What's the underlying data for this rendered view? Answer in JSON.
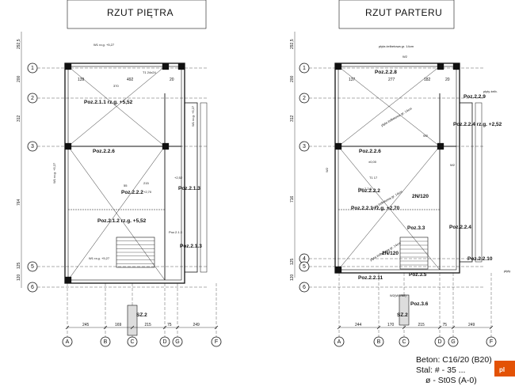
{
  "plans": {
    "left": {
      "title": "RZUT PIĘTRA",
      "rows": [
        "1",
        "2",
        "3",
        "5",
        "6"
      ],
      "cols": [
        "A",
        "B",
        "C",
        "D",
        "G",
        "F"
      ],
      "bottom_dims": [
        "245",
        "169",
        "215",
        "75",
        "249"
      ],
      "left_dims": [
        "292,5",
        "200",
        "312",
        "764",
        "125",
        "120"
      ],
      "top_dims": [
        "139",
        "492",
        "20"
      ],
      "positions": [
        {
          "label": "Poz.2.1.1  rz.g. +5,52"
        },
        {
          "label": "Poz.2.2.6"
        },
        {
          "label": "Poz.2.1.2  rz.g. +5,52"
        },
        {
          "label": "Poz.2.1.3"
        },
        {
          "label": "Poz.2.2.2"
        },
        {
          "label": "Poz.2.1.3"
        },
        {
          "label": "SZ.2"
        }
      ],
      "notes": [
        {
          "text": "W1  rz.g. +5,27"
        },
        {
          "text": "W1  rz.g. +5,27"
        },
        {
          "text": "W1  rz.g. +5,27"
        },
        {
          "text": "W1  rz.g. +5,27"
        },
        {
          "text": "T1 24x24"
        },
        {
          "text": "+2,70"
        },
        {
          "text": "+2,52"
        },
        {
          "text": "Poz.2.1.3"
        },
        {
          "text": "55"
        },
        {
          "text": "215"
        },
        {
          "text": "370"
        }
      ]
    },
    "right": {
      "title": "RZUT PARTERU",
      "rows": [
        "1",
        "2",
        "3",
        "4",
        "5",
        "6"
      ],
      "cols": [
        "A",
        "B",
        "C",
        "D",
        "G",
        "F"
      ],
      "bottom_dims": [
        "244",
        "170",
        "215",
        "75",
        "249"
      ],
      "left_dims": [
        "292,5",
        "200",
        "312",
        "716",
        "125",
        "120"
      ],
      "top_dims": [
        "137",
        "277",
        "182",
        "20"
      ],
      "positions": [
        {
          "label": "Poz.2.2.8"
        },
        {
          "label": "Poz.2.2.9"
        },
        {
          "label": "Poz.2.2.4  rz.g. +2,52"
        },
        {
          "label": "Poz.2.2.6"
        },
        {
          "label": "Poz.2.2.2"
        },
        {
          "label": "Poz.2.2.1  rz.g. +2,70"
        },
        {
          "label": "Poz.2.2.4"
        },
        {
          "label": "Poz.3.3"
        },
        {
          "label": "Poz.2.2.10"
        },
        {
          "label": "Poz.2.2.11"
        },
        {
          "label": "Poz.3.5"
        },
        {
          "label": "Poz.3.6"
        },
        {
          "label": "SZ.2"
        },
        {
          "label": "2N/120"
        },
        {
          "label": "2N/120"
        }
      ],
      "notes": [
        {
          "text": "płyta żelbetowa gr. 14cm"
        },
        {
          "text": "płyta żelbetowa gr. 14cm"
        },
        {
          "text": "płyta żelbetowa gr. 14cm"
        },
        {
          "text": "płyta żelbetowa gr. 14cm"
        },
        {
          "text": "płyty żelb."
        },
        {
          "text": "płyty"
        },
        {
          "text": "W2"
        },
        {
          "text": "W2"
        },
        {
          "text": "W2"
        },
        {
          "text": "W2"
        },
        {
          "text": "±0,00"
        },
        {
          "text": "T1 17"
        },
        {
          "text": "W2(W1/B8)"
        },
        {
          "text": "Poz.2.2.3"
        }
      ]
    }
  },
  "legend": {
    "line1": "Beton:  C16/20 (B20)",
    "line2": "Stal:  # - 35 ...",
    "line3": "ø - St0S (A-0)"
  },
  "watermark": {
    "text": "pl"
  }
}
